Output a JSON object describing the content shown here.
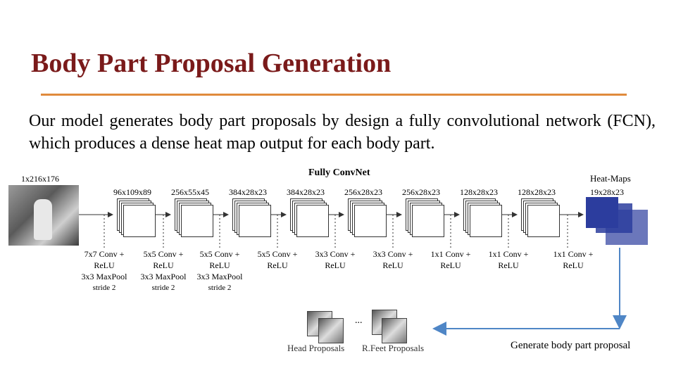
{
  "slide": {
    "title": "Body Part Proposal Generation",
    "paragraph": "Our model generates body part proposals by design a fully convolutional network (FCN), which produces a dense heat map output for each body part."
  },
  "diagram": {
    "net_title": "Fully ConvNet",
    "input_label": "1x216x176",
    "heatmap_label": "Heat-Maps",
    "dims": [
      "96x109x89",
      "256x55x45",
      "384x28x23",
      "384x28x23",
      "256x28x23",
      "256x28x23",
      "128x28x23",
      "128x28x23",
      "19x28x23"
    ],
    "ops": [
      {
        "l1": "7x7 Conv +",
        "l2": "ReLU",
        "l3": "3x3 MaxPool",
        "l4": "stride 2"
      },
      {
        "l1": "5x5 Conv +",
        "l2": "ReLU",
        "l3": "3x3 MaxPool",
        "l4": "stride 2"
      },
      {
        "l1": "5x5 Conv +",
        "l2": "ReLU",
        "l3": "3x3 MaxPool",
        "l4": "stride 2"
      },
      {
        "l1": "5x5 Conv +",
        "l2": "ReLU",
        "l3": "",
        "l4": ""
      },
      {
        "l1": "3x3 Conv +",
        "l2": "ReLU",
        "l3": "",
        "l4": ""
      },
      {
        "l1": "3x3 Conv +",
        "l2": "ReLU",
        "l3": "",
        "l4": ""
      },
      {
        "l1": "1x1 Conv +",
        "l2": "ReLU",
        "l3": "",
        "l4": ""
      },
      {
        "l1": "1x1 Conv +",
        "l2": "ReLU",
        "l3": "",
        "l4": ""
      },
      {
        "l1": "1x1 Conv +",
        "l2": "ReLU",
        "l3": "",
        "l4": ""
      }
    ],
    "head_proposals": "Head Proposals",
    "rfeet_proposals": "R.Feet Proposals",
    "ellipsis": "...",
    "generate_label": "Generate body part proposal",
    "arrow_color": "#4f86c6",
    "heatmap_color": "#2c3d9e"
  }
}
